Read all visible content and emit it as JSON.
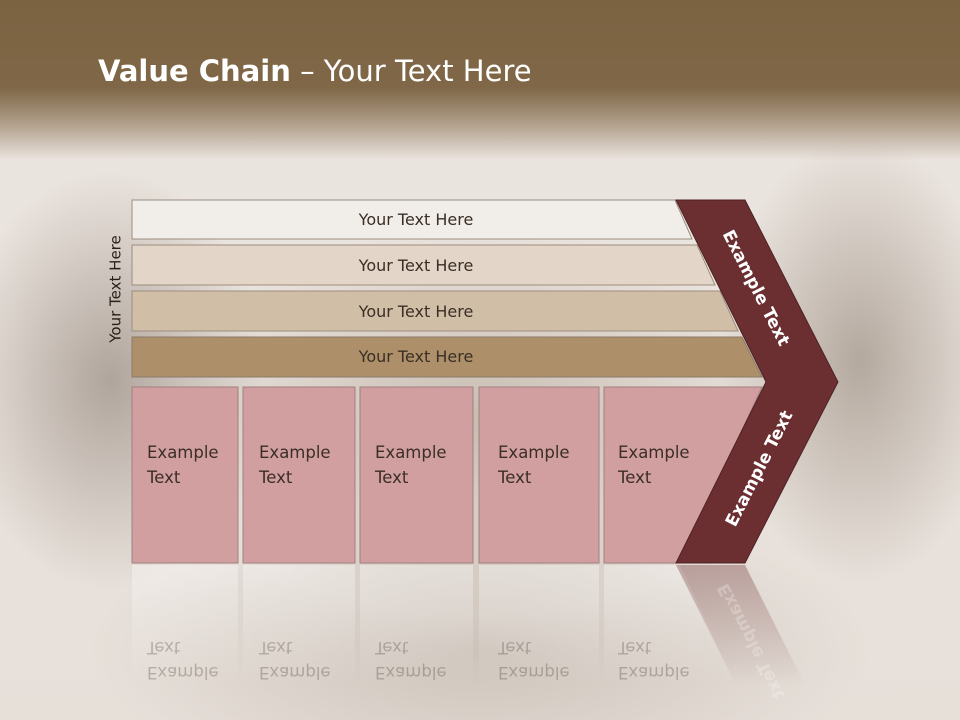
{
  "slide": {
    "title_bold": "Value Chain",
    "title_rest": " – Your Text Here",
    "side_label": "Your Text Here"
  },
  "bars": [
    {
      "label": "Your Text Here",
      "color": "#f1ede9"
    },
    {
      "label": "Your Text Here",
      "color": "#e3d6c8"
    },
    {
      "label": "Your Text Here",
      "color": "#d1bea7"
    },
    {
      "label": "Your Text Here",
      "color": "#ad906a"
    }
  ],
  "boxes": [
    {
      "line1": "Example",
      "line2": "Text"
    },
    {
      "line1": "Example",
      "line2": "Text"
    },
    {
      "line1": "Example",
      "line2": "Text"
    },
    {
      "line1": "Example",
      "line2": "Text"
    },
    {
      "line1": "Example",
      "line2": "Text"
    }
  ],
  "box_color": "#d29fa1",
  "chevron": {
    "top_label": "Example Text",
    "bottom_label": "Example Text",
    "color": "#6b2f31"
  }
}
